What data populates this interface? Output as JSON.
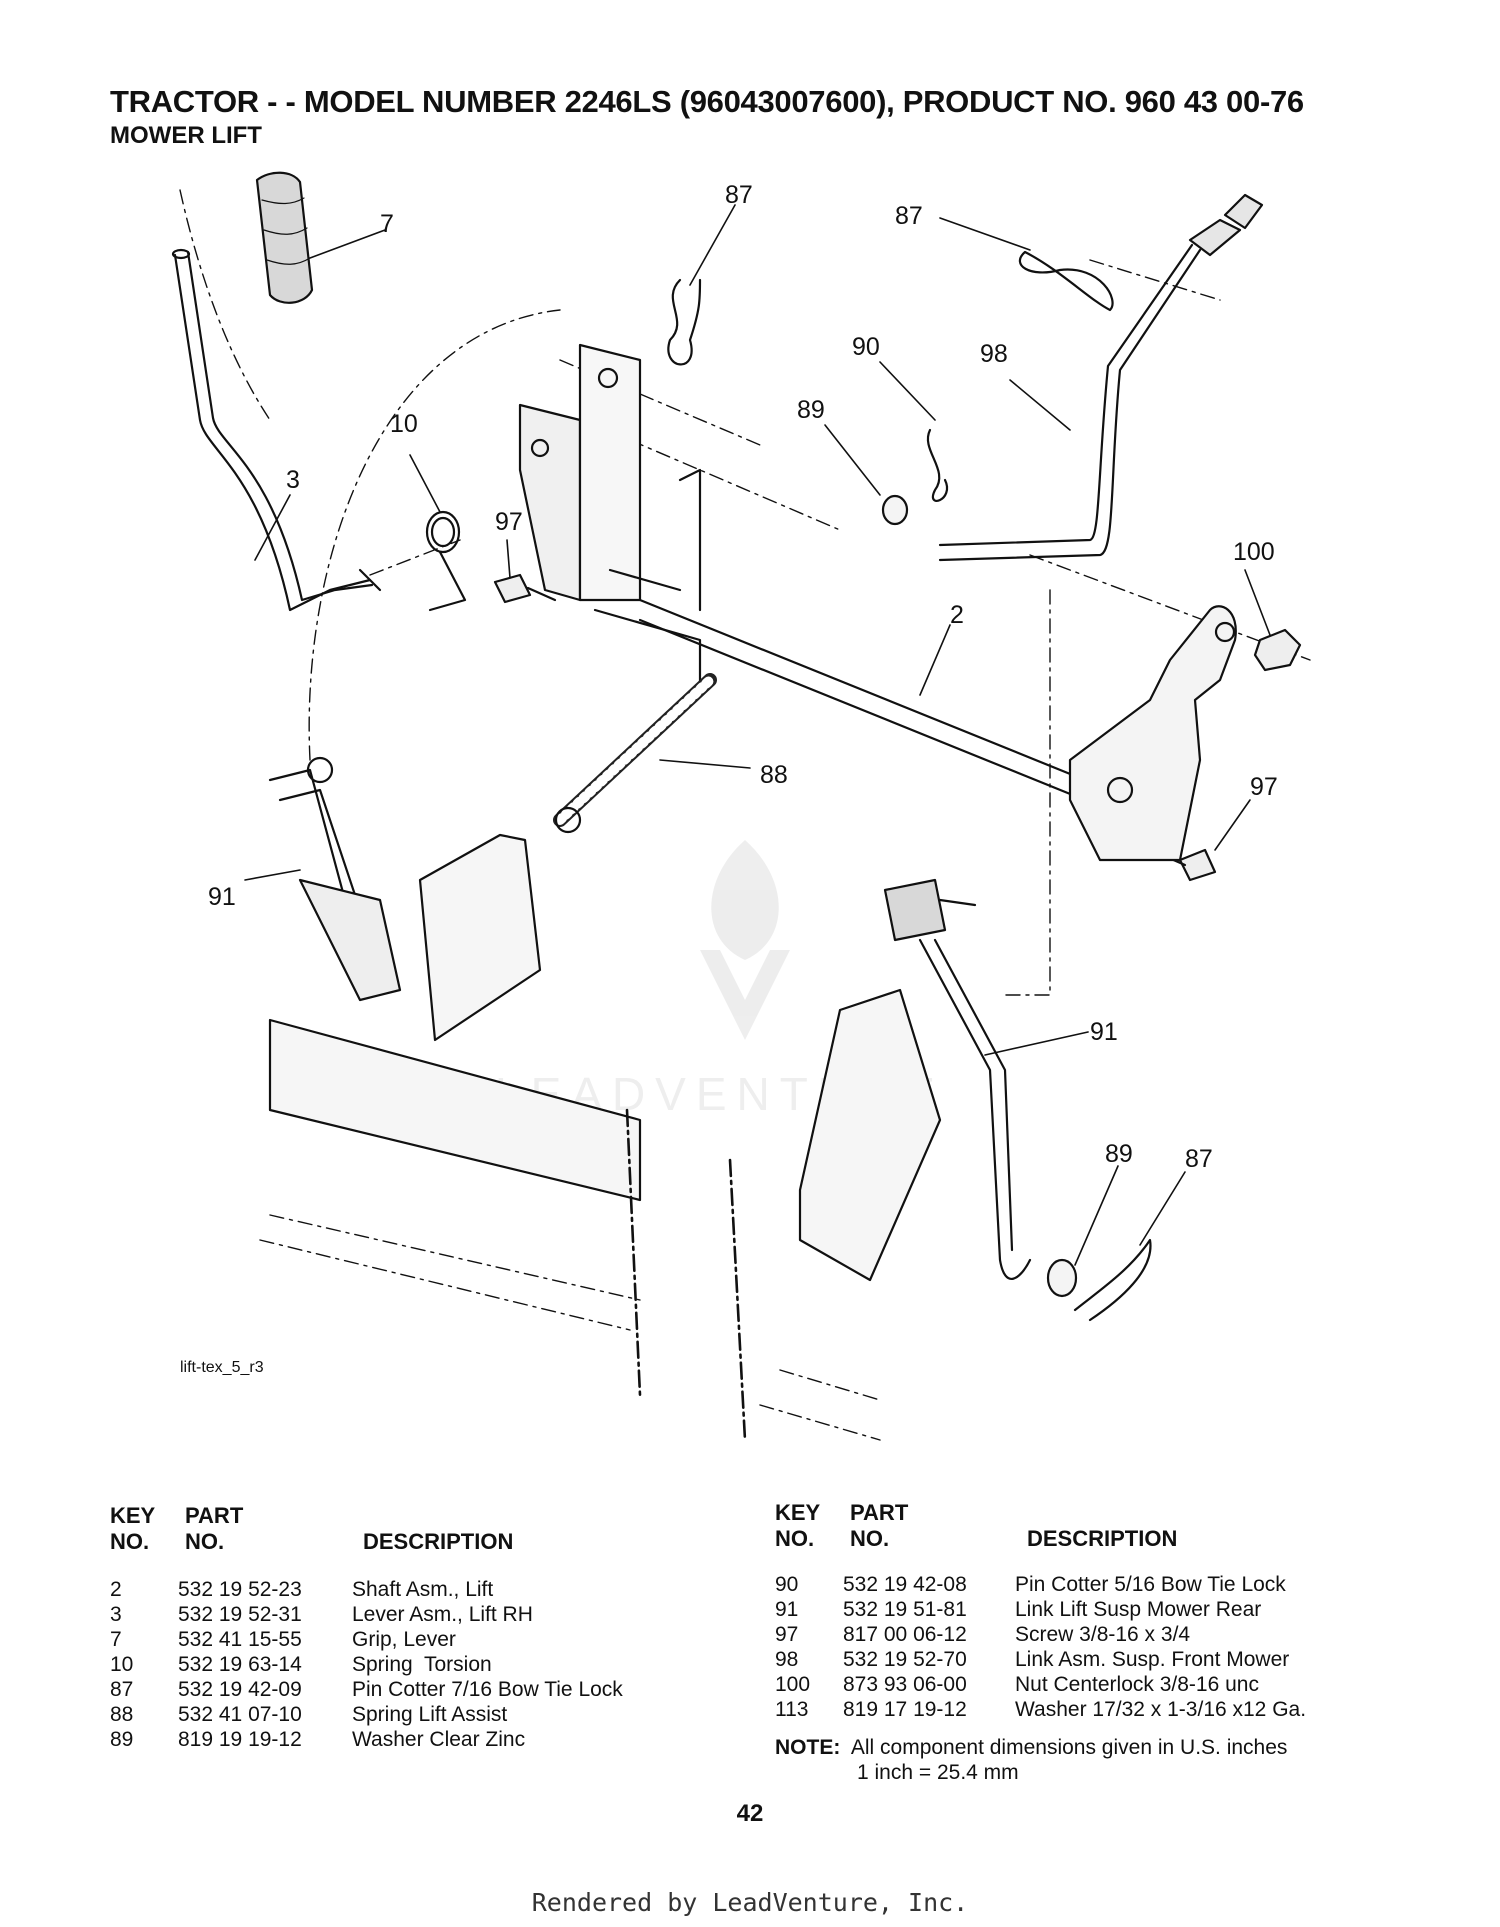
{
  "header": {
    "title": "TRACTOR - - MODEL NUMBER 2246LS (96043007600), PRODUCT NO. 960 43 00-76",
    "subtitle": "MOWER LIFT"
  },
  "diagram": {
    "callouts": [
      "7",
      "87",
      "87",
      "90",
      "98",
      "89",
      "10",
      "3",
      "97",
      "100",
      "2",
      "88",
      "97",
      "91",
      "91",
      "89",
      "87"
    ],
    "drawing_tag": "lift-tex_5_r3",
    "watermark": "LEADVENTURE"
  },
  "parts_left": {
    "headers": {
      "key_line1": "KEY",
      "key_line2": "NO.",
      "part_line1": "PART",
      "part_line2": "NO.",
      "description": "DESCRIPTION"
    },
    "rows": [
      {
        "key": "2",
        "part": "532 19 52-23",
        "desc": "Shaft Asm., Lift"
      },
      {
        "key": "3",
        "part": "532 19 52-31",
        "desc": "Lever Asm., Lift RH"
      },
      {
        "key": "7",
        "part": "532 41 15-55",
        "desc": "Grip, Lever"
      },
      {
        "key": "10",
        "part": "532 19 63-14",
        "desc": "Spring  Torsion"
      },
      {
        "key": "87",
        "part": "532 19 42-09",
        "desc": "Pin Cotter 7/16 Bow Tie Lock"
      },
      {
        "key": "88",
        "part": "532 41 07-10",
        "desc": "Spring Lift Assist"
      },
      {
        "key": "89",
        "part": "819 19 19-12",
        "desc": "Washer Clear Zinc"
      }
    ]
  },
  "parts_right": {
    "headers": {
      "key_line1": "KEY",
      "key_line2": "NO.",
      "part_line1": "PART",
      "part_line2": "NO.",
      "description": "DESCRIPTION"
    },
    "rows": [
      {
        "key": "90",
        "part": "532 19 42-08",
        "desc": "Pin Cotter 5/16 Bow Tie Lock"
      },
      {
        "key": "91",
        "part": "532 19 51-81",
        "desc": "Link Lift Susp Mower Rear"
      },
      {
        "key": "97",
        "part": "817 00 06-12",
        "desc": "Screw 3/8-16 x 3/4"
      },
      {
        "key": "98",
        "part": "532 19 52-70",
        "desc": "Link Asm. Susp. Front Mower"
      },
      {
        "key": "100",
        "part": "873 93 06-00",
        "desc": "Nut Centerlock 3/8-16 unc"
      },
      {
        "key": "113",
        "part": "819 17 19-12",
        "desc": "Washer 17/32 x 1-3/16 x12 Ga."
      }
    ]
  },
  "note": {
    "label": "NOTE:",
    "line1": "All component dimensions given in U.S. inches",
    "line2": "1 inch = 25.4 mm"
  },
  "page_number": "42",
  "footer": "Rendered by LeadVenture, Inc."
}
